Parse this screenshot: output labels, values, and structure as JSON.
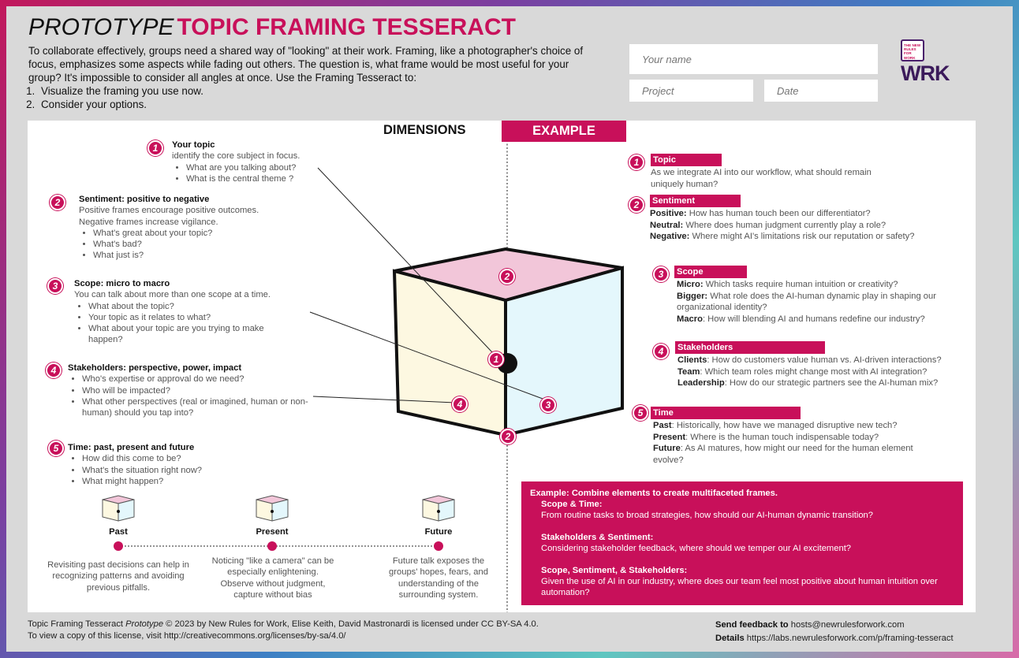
{
  "header": {
    "title_prefix": "PROTOTYPE",
    "title_main": "TOPIC FRAMING TESSERACT",
    "intro": "To collaborate effectively, groups need a shared way of \"looking\" at their work. Framing, like a photographer's choice of focus, emphasizes some aspects while fading out others. The question is, what frame would be most useful for your group? It's impossible to consider all angles at once. Use the Framing Tesseract to:",
    "steps": [
      "Visualize the framing you use now.",
      "Consider your options."
    ]
  },
  "form": {
    "name_placeholder": "Your name",
    "project_placeholder": "Project",
    "date_placeholder": "Date"
  },
  "logo": {
    "small_text": "THE NEW RULES FOR WORK",
    "mark": "WRK"
  },
  "dimensions": {
    "heading": "DIMENSIONS",
    "items": [
      {
        "num": "1",
        "title": "Your topic",
        "desc": "identify the core subject in focus.",
        "bullets": [
          "What are you talking about?",
          "What is the central theme ?"
        ]
      },
      {
        "num": "2",
        "title": "Sentiment: positive to negative",
        "desc": "Positive frames encourage positive outcomes. Negative frames increase vigilance.",
        "bullets": [
          "What's great about your topic?",
          "What's bad?",
          "What just is?"
        ]
      },
      {
        "num": "3",
        "title": "Scope: micro to macro",
        "desc": "You can talk about more than one scope at a time.",
        "bullets": [
          "What about the topic?",
          "Your topic as it relates to what?",
          "What about your topic are you trying to make happen?"
        ]
      },
      {
        "num": "4",
        "title": "Stakeholders: perspective, power, impact",
        "desc": "",
        "bullets": [
          "Who's expertise or approval do we need?",
          "Who will be impacted?",
          "What other perspectives (real or imagined, human or non-human) should you tap into?"
        ]
      },
      {
        "num": "5",
        "title": "Time:  past, present and future",
        "desc": "",
        "bullets": [
          "How did this come to be?",
          "What's the situation right now?",
          "What might happen?"
        ]
      }
    ]
  },
  "cube_badges": [
    "2",
    "1",
    "4",
    "3",
    "2"
  ],
  "timeline": [
    {
      "label": "Past",
      "desc": "Revisiting past decisions can help in recognizing patterns and avoiding previous pitfalls."
    },
    {
      "label": "Present",
      "desc": "Noticing \"like a camera\" can be especially enlightening. Observe without judgment, capture without bias"
    },
    {
      "label": "Future",
      "desc": "Future talk exposes the groups' hopes, fears, and understanding of the surrounding system."
    }
  ],
  "example": {
    "heading": "EXAMPLE",
    "topic": {
      "num": "1",
      "title": "Topic",
      "text": "As we integrate AI into our workflow, what should remain uniquely human?"
    },
    "sentiment": {
      "num": "2",
      "title": "Sentiment",
      "rows": [
        {
          "k": "Positive:",
          "v": " How has human touch been our differentiator?"
        },
        {
          "k": "Neutral:",
          "v": " Where does human judgment currently play a role?"
        },
        {
          "k": "Negative:",
          "v": " Where might AI's limitations risk our reputation or safety?"
        }
      ]
    },
    "scope": {
      "num": "3",
      "title": "Scope",
      "rows": [
        {
          "k": "Micro:",
          "v": " Which tasks require human intuition or creativity?"
        },
        {
          "k": "Bigger:",
          "v": " What role does the AI-human dynamic play in shaping our organizational identity?"
        },
        {
          "k": "Macro",
          "v": ": How will blending AI and humans redefine our industry?"
        }
      ]
    },
    "stakeholders": {
      "num": "4",
      "title": "Stakeholders",
      "rows": [
        {
          "k": "Clients",
          "v": ": How do customers value human vs. AI-driven interactions?"
        },
        {
          "k": "Team",
          "v": ": Which team roles might change most with AI integration?"
        },
        {
          "k": "Leadership",
          "v": ": How do our strategic partners see the AI-human mix?"
        }
      ]
    },
    "time": {
      "num": "5",
      "title": "Time",
      "rows": [
        {
          "k": "Past",
          "v": ": Historically, how have we managed disruptive new tech?"
        },
        {
          "k": "Present",
          "v": ": Where is the human touch indispensable today?"
        },
        {
          "k": "Future",
          "v": ": As AI matures, how might our need for the human element evolve?"
        }
      ]
    }
  },
  "combine": {
    "heading": "Example: Combine elements to create multifaceted frames.",
    "items": [
      {
        "title": "Scope & Time:",
        "text": "From routine tasks to broad strategies, how should our AI-human dynamic transition?"
      },
      {
        "title": "Stakeholders & Sentiment:",
        "text": "Considering stakeholder feedback, where should we temper our AI excitement?"
      },
      {
        "title": "Scope, Sentiment, & Stakeholders:",
        "text": "Given the use of AI in our industry, where does our team feel most positive about human intuition over automation?"
      }
    ]
  },
  "footer": {
    "license_a": "Topic Framing Tesseract ",
    "license_b": "Prototype",
    "license_c": " © 2023 by New Rules for Work, Elise Keith, David Mastronardi is licensed under CC BY-SA 4.0. To view a copy of this license, visit http://creativecommons.org/licenses/by-sa/4.0/",
    "feedback_label": "Send feedback to",
    "feedback_email": " hosts@newrulesforwork.com",
    "details_label": "Details",
    "details_url": " https://labs.newrulesforwork.com/p/framing-tesseract"
  },
  "colors": {
    "accent": "#c8105a",
    "cube_top": "#f2c6d9",
    "cube_left": "#fdf8e1",
    "cube_right": "#e4f7fc"
  }
}
